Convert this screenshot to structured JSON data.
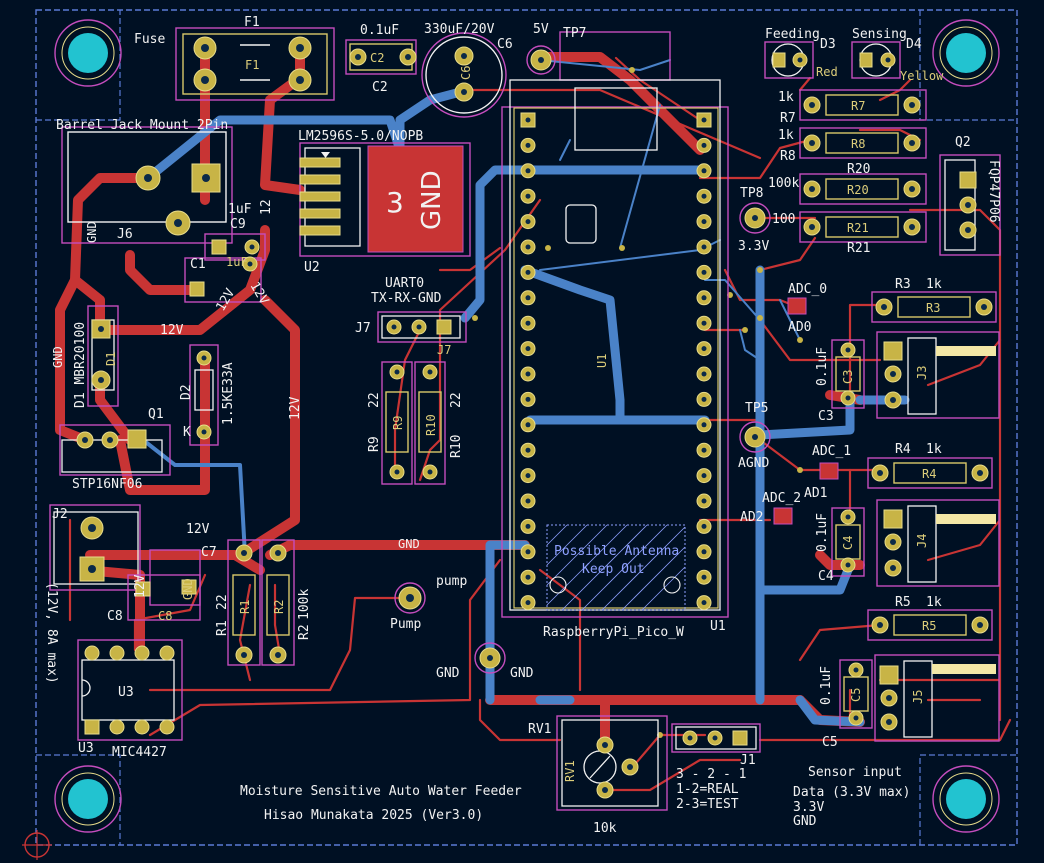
{
  "board": {
    "title_line1": "Moisture Sensitive Auto Water Feeder",
    "title_line2": "Hisao Munakata 2025 (Ver3.0)"
  },
  "colors": {
    "background": "#001023",
    "front_copper": "#c83434",
    "back_copper": "#4a82c8",
    "silkscreen": "#f2f2f2",
    "courtyard": "#c44dbd",
    "board_edge": "#d8c86a",
    "mount_hole": "#22c3d0"
  },
  "labels": {
    "f1": "F1",
    "fuse": "Fuse",
    "f1_fab": "F1",
    "c2_val": "0.1uF",
    "c2_ref": "C2",
    "c2_fab": "C2",
    "c6_val": "330uF/20V",
    "c6_ref": "C6",
    "c6_fab": "C6",
    "v5": "5V",
    "tp7": "TP7",
    "feeding": "Feeding",
    "d3": "D3",
    "red": "Red",
    "sensing": "Sensing",
    "d4": "D4",
    "yellow": "Yellow",
    "r7_val": "1k",
    "r7_ref": "R7",
    "r7_fab": "R7",
    "r8_val": "1k",
    "r8_ref": "R8",
    "r8_fab": "R8",
    "q2": "Q2",
    "fqp": "FQP47P06",
    "r20_val": "100k",
    "r20_ref": "R20",
    "r20_fab": "R20",
    "r21_val": "100",
    "r21_ref": "R21",
    "r21_fab": "R21",
    "tp8": "TP8",
    "v33": "3.3V",
    "barrel": "Barrel Jack Mount 2Pin",
    "lm": "LM2596S-5.0/NOPB",
    "gnd_pad_num": "3",
    "gnd_pad_txt": "GND",
    "u2": "U2",
    "j6": "J6",
    "p12": "12",
    "c9_val": "1uF",
    "c9_ref": "C9",
    "c1_ref": "C1",
    "c1_val": "1uF",
    "gnd": "GND",
    "v12": "12V",
    "d1_lbl": "D1 MBR20100",
    "d1": "D1",
    "d2": "D2",
    "d2_val": "1.5KE33A",
    "k": "K",
    "q1": "Q1",
    "str": "STP16NF06",
    "j2": "J2",
    "j2_note": "(12V, 8A max)",
    "c7": "C7",
    "c8": "C8",
    "c8_fab": "C8",
    "r1_val": "22",
    "r1_ref": "R1",
    "r1_fab": "R1",
    "r2_val": "100k",
    "r2_ref": "R2",
    "r2_fab": "R2",
    "u3": "U3",
    "mic": "MIC4427",
    "uart": "UART0",
    "uart_pins": "TX-RX-GND",
    "j7": "J7",
    "r9_val": "22",
    "r9_ref": "R9",
    "r9_fab": "R9",
    "r10_val": "22",
    "r10_ref": "R10",
    "r10_fab": "R10",
    "u1": "U1",
    "u1_fab": "U1",
    "pico": "RaspberryPi_Pico_W",
    "antenna1": "Possible Antenna",
    "antenna2": "Keep Out",
    "pump_net": "pump",
    "pump": "Pump",
    "adc0": "ADC_0",
    "ad0": "AD0",
    "adc1": "ADC_1",
    "ad1": "AD1",
    "adc2": "ADC_2",
    "ad2": "AD2",
    "tp5": "TP5",
    "agnd": "AGND",
    "r3_ref": "R3",
    "r3_val": "1k",
    "r3_fab": "R3",
    "r4_ref": "R4",
    "r4_val": "1k",
    "r4_fab": "R4",
    "r5_ref": "R5",
    "r5_val": "1k",
    "r5_fab": "R5",
    "c3_ref": "C3",
    "c3_val": "0.1uF",
    "c3_fab": "C3",
    "c4_ref": "C4",
    "c4_val": "0.1uF",
    "c4_fab": "C4",
    "c5_ref": "C5",
    "c5_val": "0.1uF",
    "c5_fab": "C5",
    "j3": "J3",
    "j4": "J4",
    "j5": "J5",
    "rv1": "RV1",
    "rv1_fab": "RV1",
    "rv1_val": "10k",
    "j1": "J1",
    "mode1": "3 - 2 - 1",
    "mode2": "1-2=REAL",
    "mode3": "2-3=TEST",
    "sensor_title": "Sensor input",
    "sensor_l1": "Data (3.3V max)",
    "sensor_l2": "3.3V",
    "sensor_l3": "GND",
    "gnd_tp": "GND",
    "gnd_tp2": "GND"
  }
}
